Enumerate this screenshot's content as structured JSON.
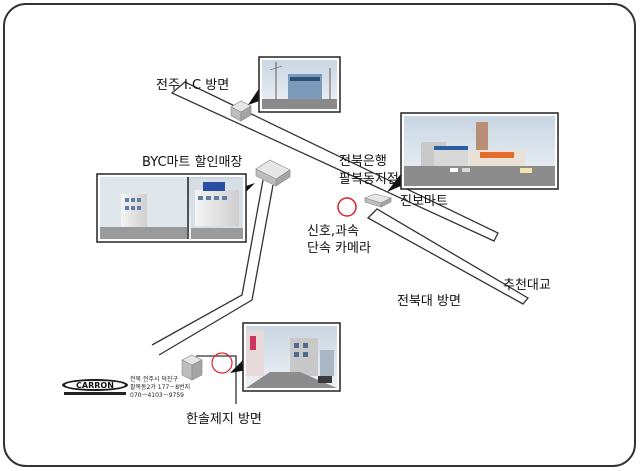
{
  "labels": {
    "jeonju_ic": "전주 I.C 방면",
    "byc_line1": "BYC마트 할인매장",
    "jeonbuk_bank_line1": "전북은행",
    "jeonbuk_bank_line2": "팔복동지점",
    "jinbo_mart": "진보마트",
    "camera_line1": "신호,과속",
    "camera_line2": "단속 카메라",
    "chucheon_bridge": "추천대교",
    "jeonbuk_univ": "전북대 방면",
    "hansol_paper": "한솔제지 방면"
  },
  "company": {
    "logo_text": "CARRON",
    "address_line1": "전북 전주시 덕진구",
    "address_line2": "팔복동2가 177－8번지",
    "phone": "070－4103－9759"
  },
  "colors": {
    "road_fill": "#ffffff",
    "road_stroke": "#333333",
    "marker_red": "#e0202a",
    "frame": "#333333"
  }
}
